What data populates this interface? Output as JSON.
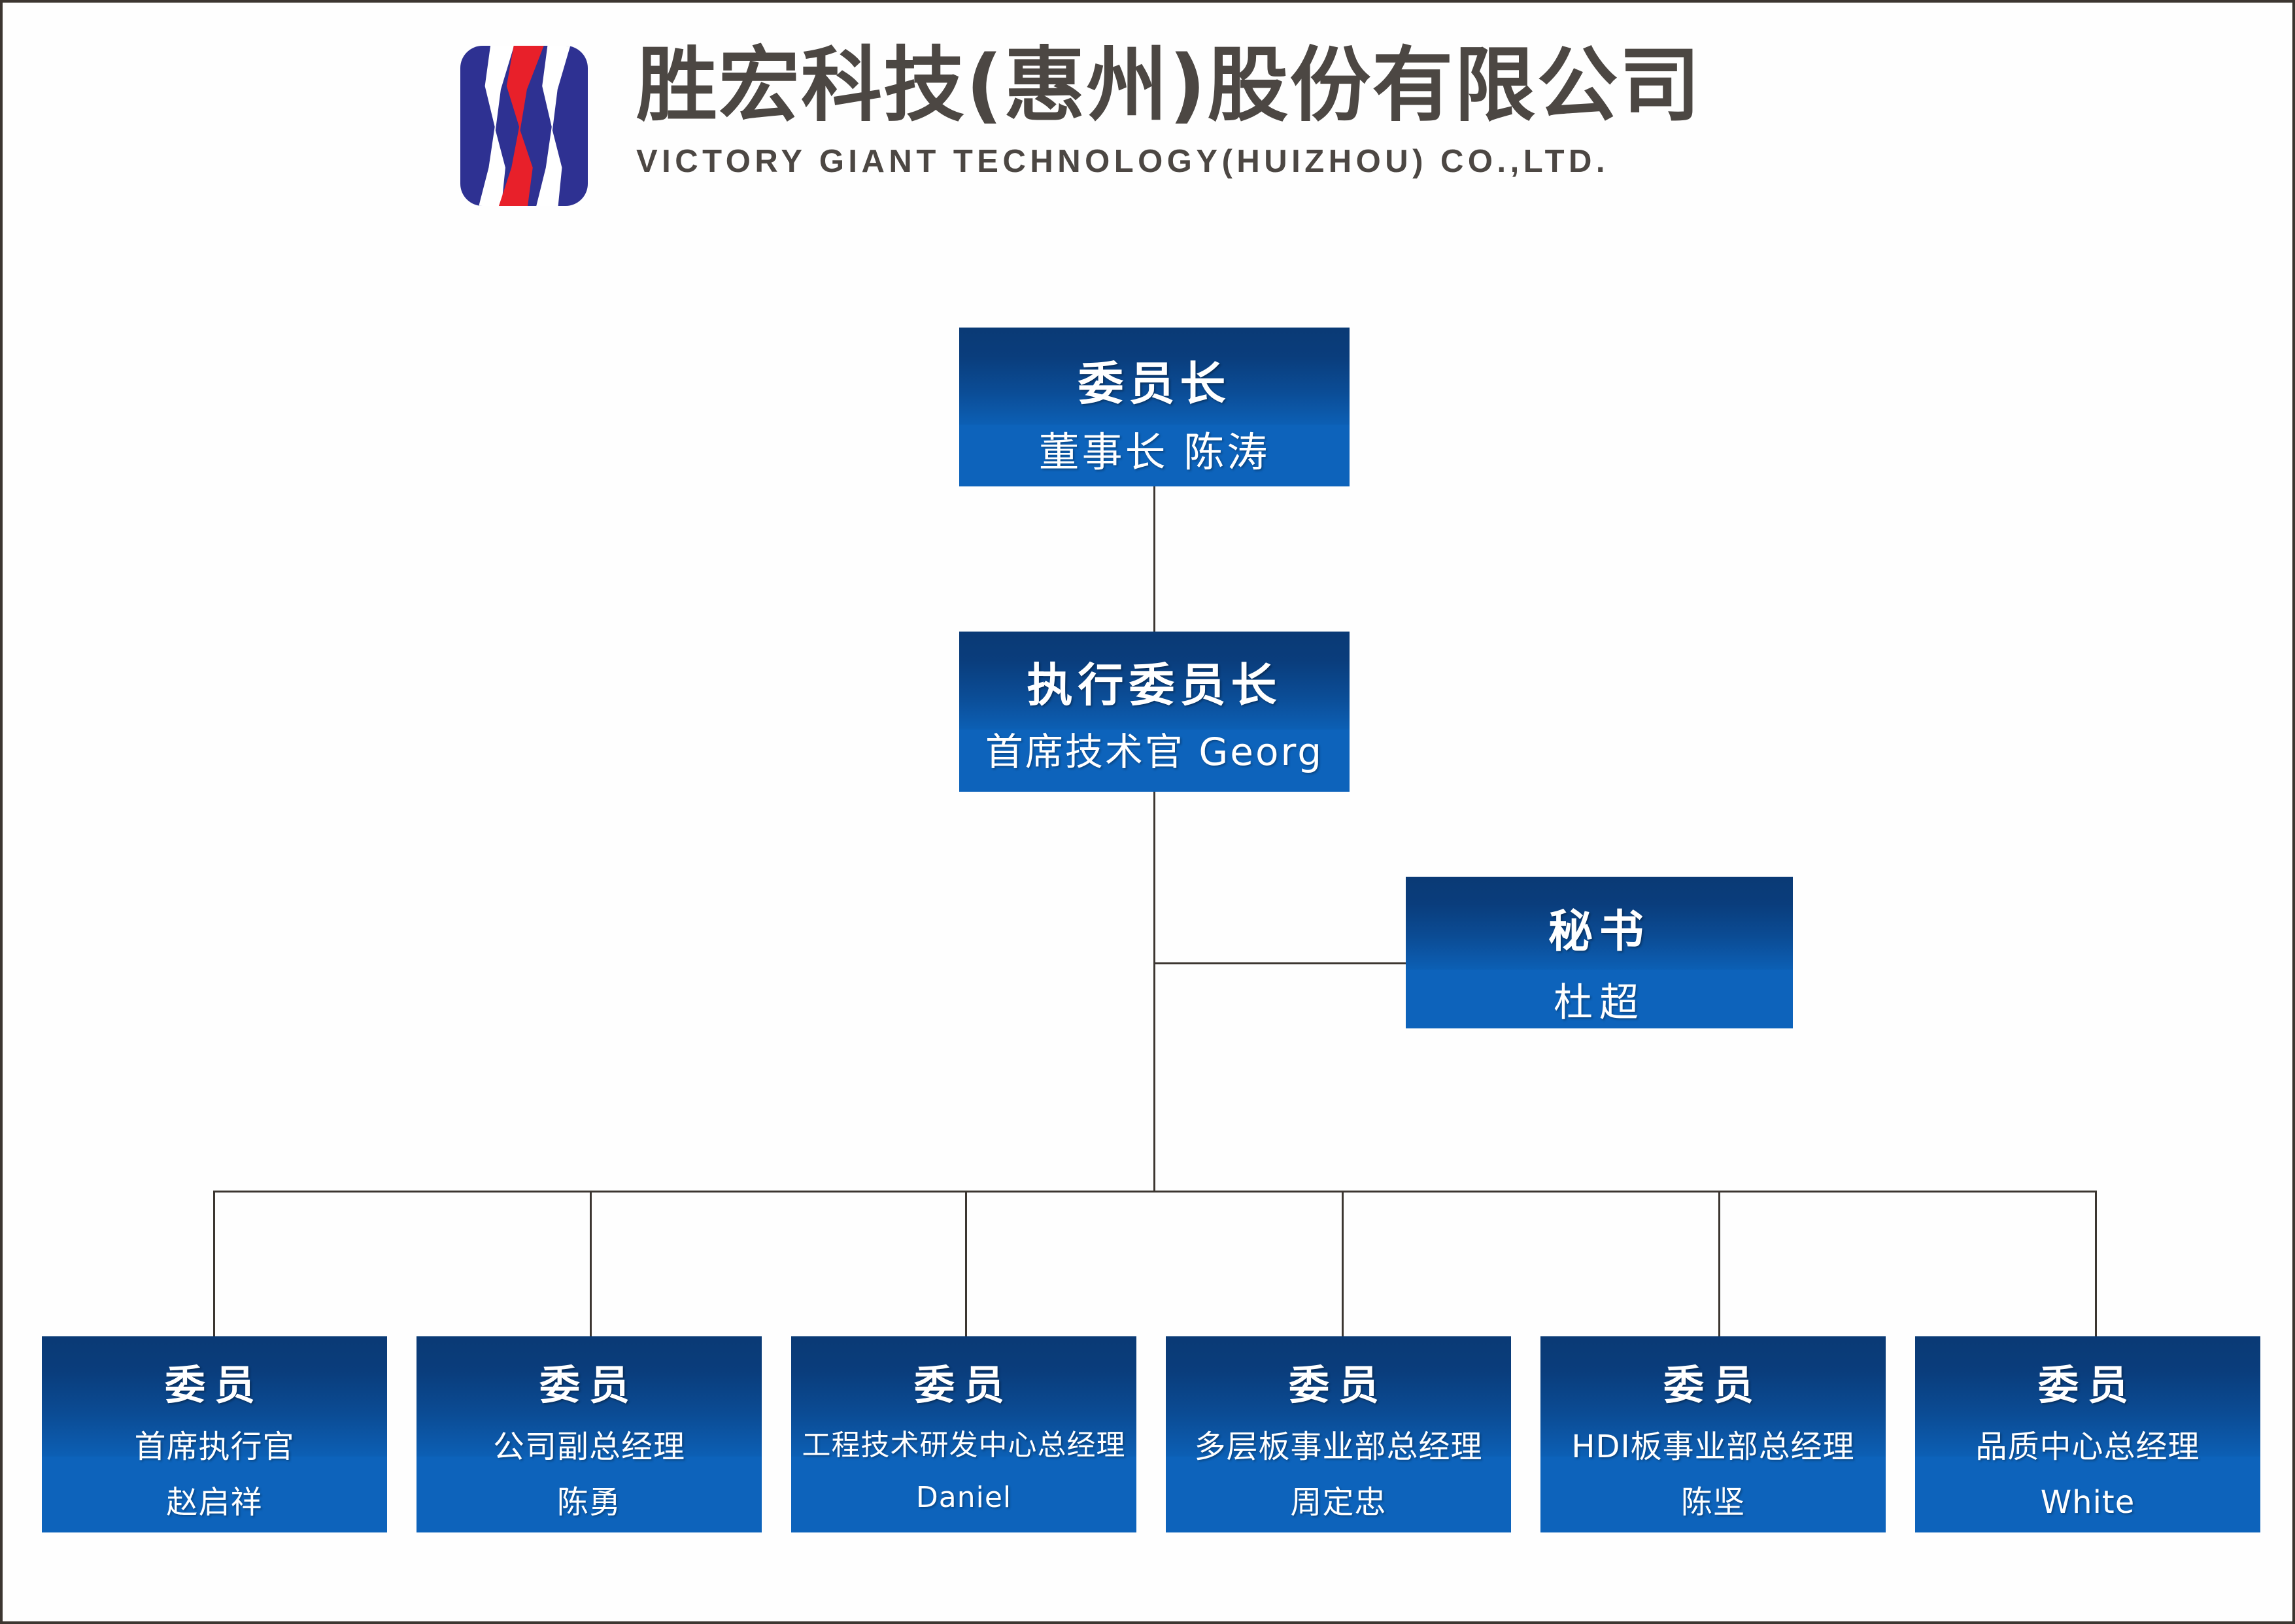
{
  "header": {
    "logo_icon": "victory-giant-logo",
    "company_name_cn": "胜宏科技(惠州)股份有限公司",
    "company_name_en": "VICTORY GIANT TECHNOLOGY(HUIZHOU) CO.,LTD."
  },
  "colors": {
    "box_gradient_top": "#0a3a75",
    "box_gradient_bottom": "#0d63bb",
    "connector_line": "#3c3631",
    "text_on_box": "#ffffff",
    "header_text": "#4c4743",
    "logo_blue": "#2e3192",
    "logo_red": "#e8202a",
    "page_border": "#3c3631",
    "page_background": "#ffffff"
  },
  "chart_data": {
    "type": "diagram",
    "diagram_kind": "organization-chart",
    "title": "胜宏科技(惠州)股份有限公司 组织架构图",
    "nodes": [
      {
        "id": "chairman",
        "role": "委员长",
        "detail": "董事长 陈涛",
        "tier": 0
      },
      {
        "id": "exec",
        "role": "执行委员长",
        "detail": "首席技术官 Georg",
        "tier": 1
      },
      {
        "id": "secretary",
        "role": "秘书",
        "detail": "杜超",
        "tier": 2
      },
      {
        "id": "member-0",
        "role": "委员",
        "title_line": "首席执行官",
        "name_line": "赵启祥",
        "tier": 3
      },
      {
        "id": "member-1",
        "role": "委员",
        "title_line": "公司副总经理",
        "name_line": "陈勇",
        "tier": 3
      },
      {
        "id": "member-2",
        "role": "委员",
        "title_line": "工程技术研发中心总经理",
        "name_line": "Daniel",
        "tier": 3
      },
      {
        "id": "member-3",
        "role": "委员",
        "title_line": "多层板事业部总经理",
        "name_line": "周定忠",
        "tier": 3
      },
      {
        "id": "member-4",
        "role": "委员",
        "title_line": "HDI板事业部总经理",
        "name_line": "陈坚",
        "tier": 3
      },
      {
        "id": "member-5",
        "role": "委员",
        "title_line": "品质中心总经理",
        "name_line": "White",
        "tier": 3
      }
    ],
    "edges": [
      {
        "from": "chairman",
        "to": "exec"
      },
      {
        "from": "exec",
        "to": "secretary"
      },
      {
        "from": "exec",
        "to": "member-0"
      },
      {
        "from": "exec",
        "to": "member-1"
      },
      {
        "from": "exec",
        "to": "member-2"
      },
      {
        "from": "exec",
        "to": "member-3"
      },
      {
        "from": "exec",
        "to": "member-4"
      },
      {
        "from": "exec",
        "to": "member-5"
      }
    ]
  },
  "nodes": {
    "chairman": {
      "role": "委员长",
      "detail": "董事长 陈涛"
    },
    "exec": {
      "role": "执行委员长",
      "detail": "首席技术官 Georg"
    },
    "secretary": {
      "role": "秘书",
      "detail": "杜超"
    },
    "members": [
      {
        "role": "委员",
        "title_line": "首席执行官",
        "name_line": "赵启祥"
      },
      {
        "role": "委员",
        "title_line": "公司副总经理",
        "name_line": "陈勇"
      },
      {
        "role": "委员",
        "title_line": "工程技术研发中心总经理",
        "name_line": "Daniel"
      },
      {
        "role": "委员",
        "title_line": "多层板事业部总经理",
        "name_line": "周定忠"
      },
      {
        "role": "委员",
        "title_line": "HDI板事业部总经理",
        "name_line": "陈坚"
      },
      {
        "role": "委员",
        "title_line": "品质中心总经理",
        "name_line": "White"
      }
    ]
  }
}
